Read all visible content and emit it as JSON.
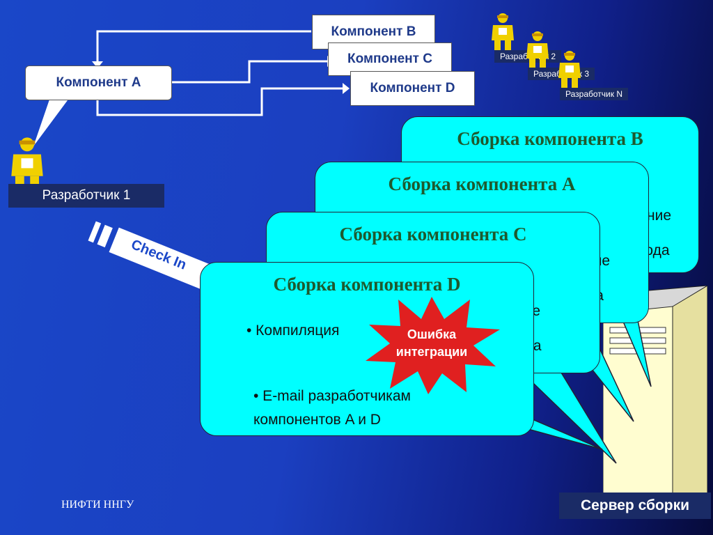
{
  "components": {
    "a": "Компонент A",
    "b": "Компонент B",
    "c": "Компонент C",
    "d": "Компонент D"
  },
  "developers": {
    "dev1": "Разработчик 1",
    "dev2": "Разработчик 2",
    "dev3": "Разработчик 3",
    "devN": "Разработчик N"
  },
  "arrow_label": "Check In",
  "cards": {
    "b": {
      "title": "Сборка компонента B",
      "frag1": "ние",
      "frag2": "кода"
    },
    "a": {
      "title": "Сборка компонента A",
      "frag1": "ние",
      "frag2": "да"
    },
    "c": {
      "title": "Сборка компонента C",
      "frag1": "ние",
      "frag2": "кода"
    },
    "d": {
      "title": "Сборка компонента D",
      "bullet1": "• Компиляция",
      "bullet2_line1": "• E-mail разработчикам",
      "bullet2_line2": "компонентов A и D"
    }
  },
  "error_burst": {
    "line1": "Ошибка",
    "line2": "интеграции"
  },
  "server_label": "Сервер сборки",
  "footer": "НИФТИ ННГУ",
  "colors": {
    "card": "#00ffff",
    "title_text": "#1e5a2e",
    "burst": "#e02020",
    "dev_figure": "#f0d000"
  }
}
